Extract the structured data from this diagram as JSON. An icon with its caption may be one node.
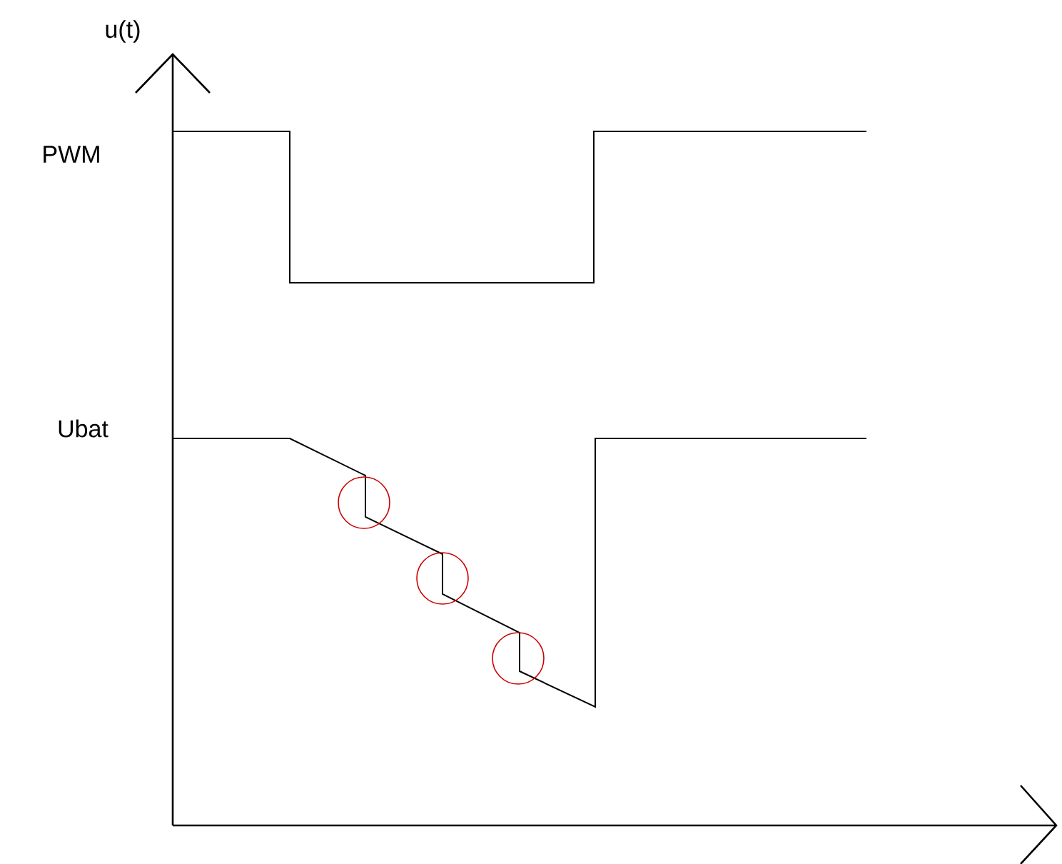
{
  "diagram": {
    "labels": [
      "u(t)",
      "PWM",
      "Ubat"
    ]
  }
}
